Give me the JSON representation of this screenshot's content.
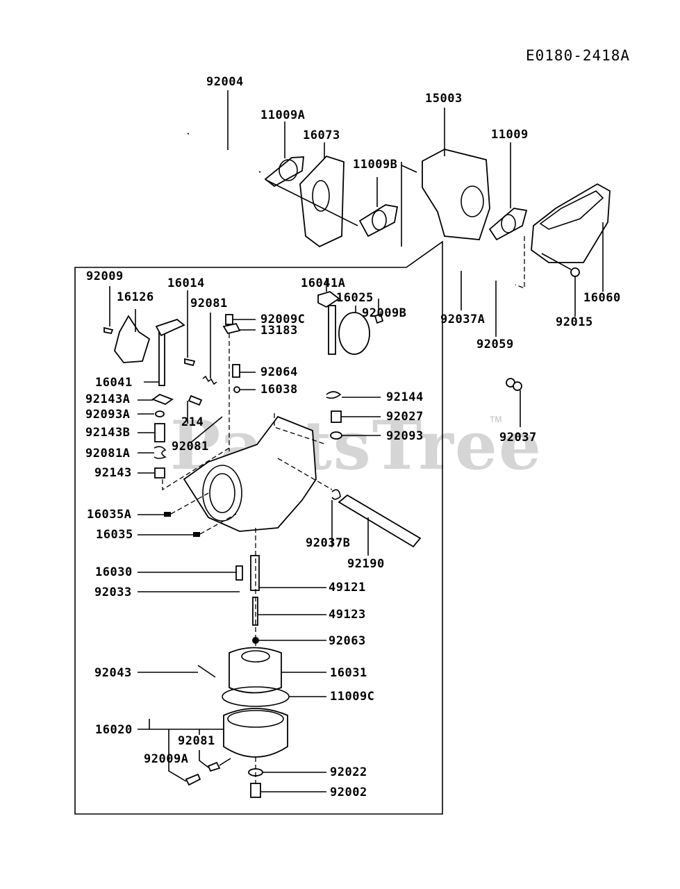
{
  "diagram": {
    "code": "E0180-2418A",
    "watermark": "PartsTree",
    "trademark": "TM",
    "labels": {
      "p92004": "92004",
      "p11009A": "11009A",
      "p16073": "16073",
      "p11009B": "11009B",
      "p15003": "15003",
      "p11009": "11009",
      "p16060": "16060",
      "p92015": "92015",
      "p92037A": "92037A",
      "p92059": "92059",
      "p92037": "92037",
      "p92009": "92009",
      "p16126": "16126",
      "p16014": "16014",
      "p92081": "92081",
      "p92009C": "92009C",
      "p13183": "13183",
      "p92064": "92064",
      "p16038": "16038",
      "p16041A": "16041A",
      "p16025": "16025",
      "p92009B": "92009B",
      "p16041": "16041",
      "p92143A": "92143A",
      "p92093A": "92093A",
      "p92143B": "92143B",
      "p92081A": "92081A",
      "p92143": "92143",
      "p214": "214",
      "p92081b": "92081",
      "p92144": "92144",
      "p92027": "92027",
      "p92093": "92093",
      "p16035A": "16035A",
      "p16035": "16035",
      "p92037B": "92037B",
      "p92190": "92190",
      "p16030": "16030",
      "p92033": "92033",
      "p49121": "49121",
      "p49123": "49123",
      "p92063": "92063",
      "p92043": "92043",
      "p16031": "16031",
      "p11009C": "11009C",
      "p16020": "16020",
      "p92081c": "92081",
      "p92009A": "92009A",
      "p92022": "92022",
      "p92002": "92002"
    }
  }
}
